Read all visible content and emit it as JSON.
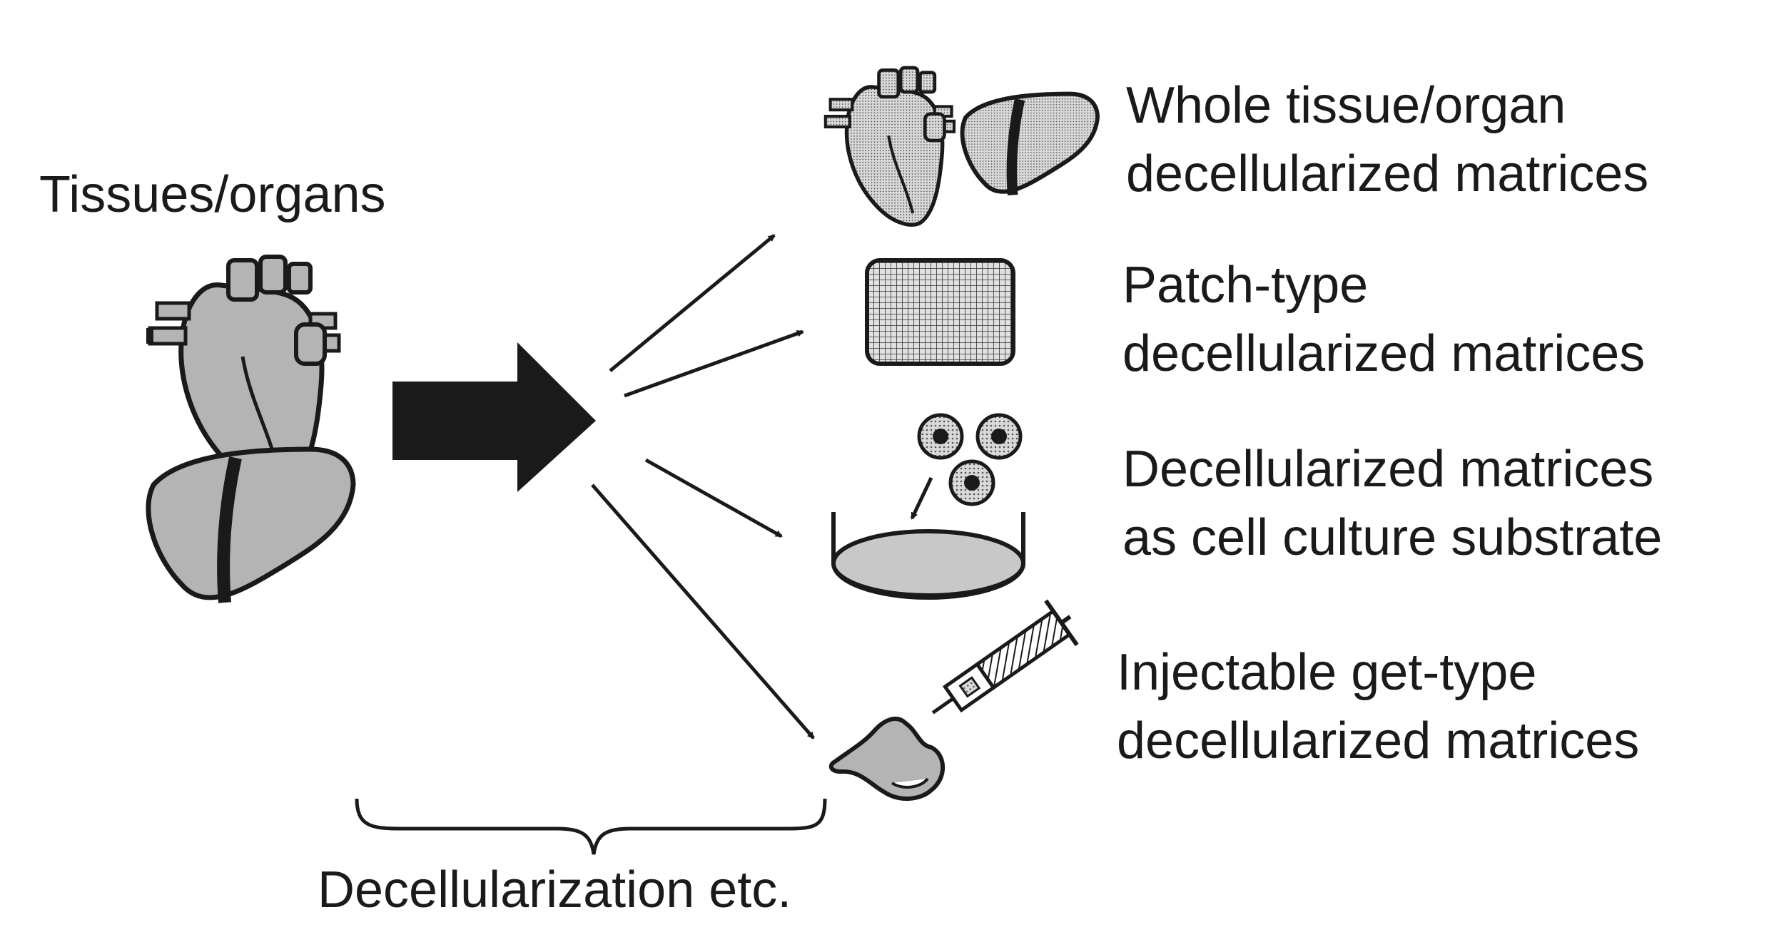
{
  "source": {
    "label": "Tissues/organs"
  },
  "process": {
    "label": "Decellularization etc."
  },
  "outputs": [
    {
      "line1": "Whole tissue/organ",
      "line2": "decellularized matrices"
    },
    {
      "line1": "Patch-type",
      "line2": "decellularized matrices"
    },
    {
      "line1": "Decellularized matrices",
      "line2": "as cell culture substrate"
    },
    {
      "line1": "Injectable get-type",
      "line2": "decellularized matrices"
    }
  ],
  "colors": {
    "ink": "#1a1a1a",
    "organ_fill": "#b4b4b4",
    "dish_fill": "#c8c8c8",
    "background": "#ffffff"
  },
  "icons": [
    "heart-icon",
    "liver-icon",
    "patch-icon",
    "cell-icon",
    "culture-dish-icon",
    "syringe-icon",
    "gel-icon"
  ]
}
